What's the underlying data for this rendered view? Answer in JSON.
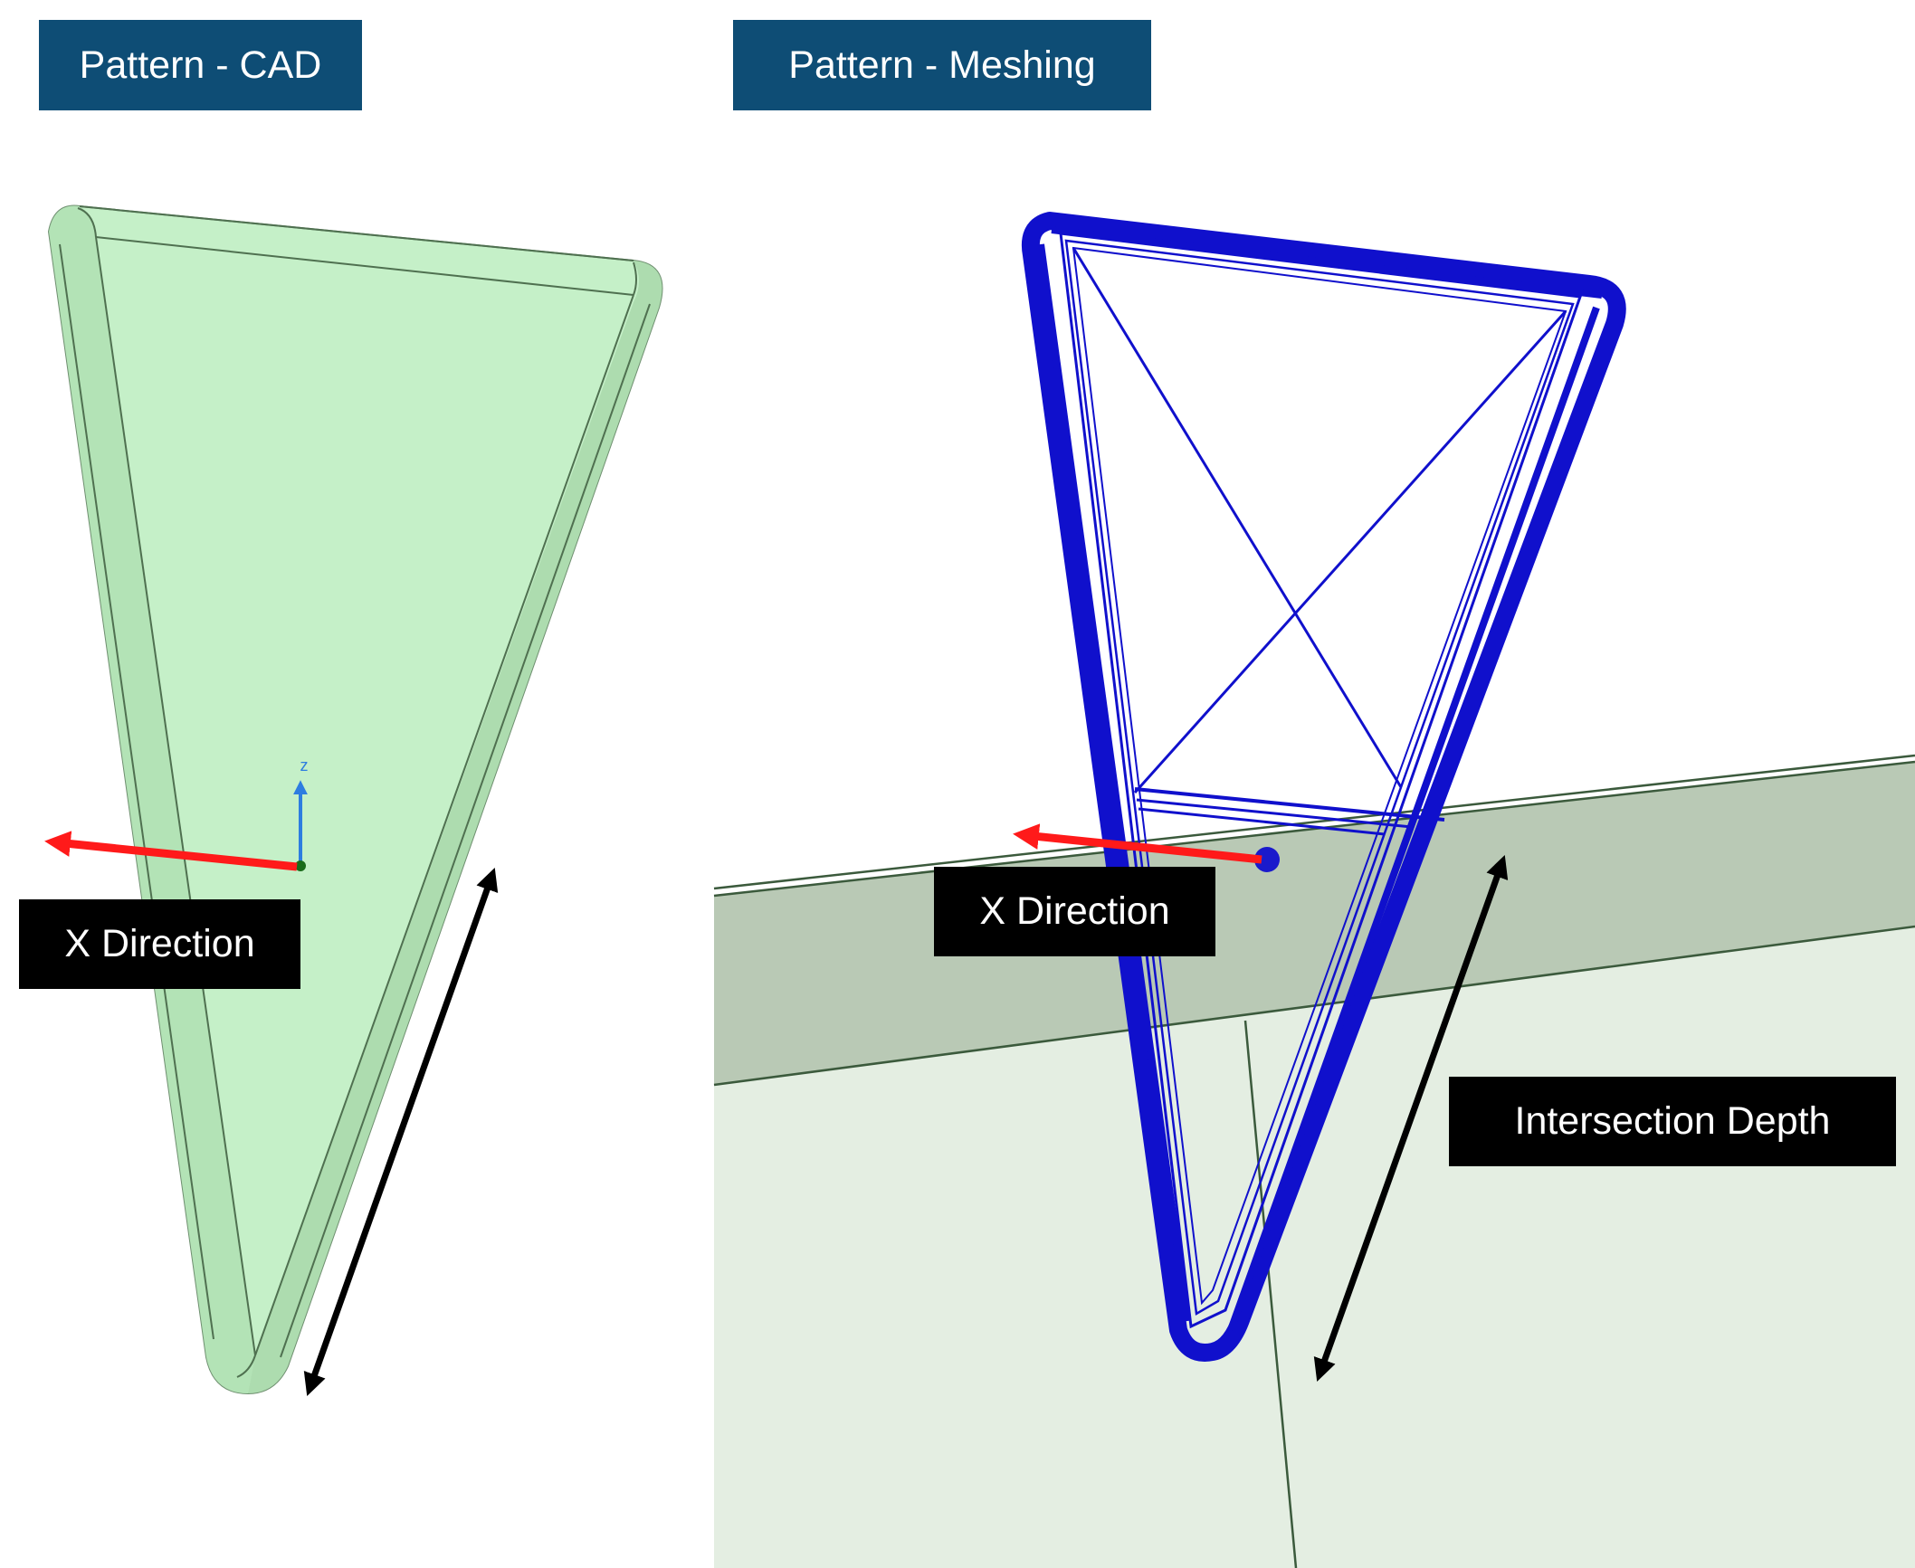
{
  "panels": {
    "cad": {
      "title": "Pattern - CAD"
    },
    "meshing": {
      "title": "Pattern - Meshing"
    }
  },
  "annotations": {
    "x_direction_cad": "X Direction",
    "x_direction_mesh": "X Direction",
    "intersection_depth": "Intersection Depth",
    "axis_z": "z"
  },
  "colors": {
    "title_box": "#0e4d75",
    "label_box": "#000000",
    "cad_fill": "#c5f0c8",
    "cad_edge": "#4f7050",
    "mesh_wire": "#1010cc",
    "x_arrow": "#ff1a1a",
    "depth_arrow": "#000000",
    "body_top": "#b9c9b5",
    "body_side": "#e4eee2"
  }
}
